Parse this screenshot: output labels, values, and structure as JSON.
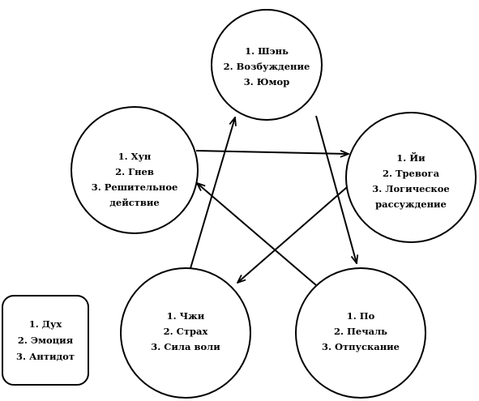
{
  "nodes": [
    {
      "id": "shen",
      "lines": [
        "1. Шэнь",
        "2. Возбуждение",
        "3. Юмор"
      ]
    },
    {
      "id": "hun",
      "lines": [
        "1. Хун",
        "2. Гнев",
        "3. Решительное",
        "действие"
      ]
    },
    {
      "id": "yi",
      "lines": [
        "1. Йи",
        "2. Тревога",
        "3. Логическое",
        "рассуждение"
      ]
    },
    {
      "id": "zhi",
      "lines": [
        "1. Чжи",
        "2. Страх",
        "3. Сила воли"
      ]
    },
    {
      "id": "po",
      "lines": [
        "1. По",
        "2. Печаль",
        "3. Отпускание"
      ]
    }
  ],
  "legend": {
    "lines": [
      "1. Дух",
      "2. Эмоция",
      "3. Антидот"
    ]
  },
  "arrows": [
    {
      "from": "hun",
      "to": "yi"
    },
    {
      "from": "yi",
      "to": "zhi"
    },
    {
      "from": "zhi",
      "to": "shen"
    },
    {
      "from": "shen",
      "to": "po"
    },
    {
      "from": "po",
      "to": "hun"
    }
  ],
  "colors": {
    "stroke": "#000000",
    "fill": "#ffffff",
    "text": "#000000"
  }
}
